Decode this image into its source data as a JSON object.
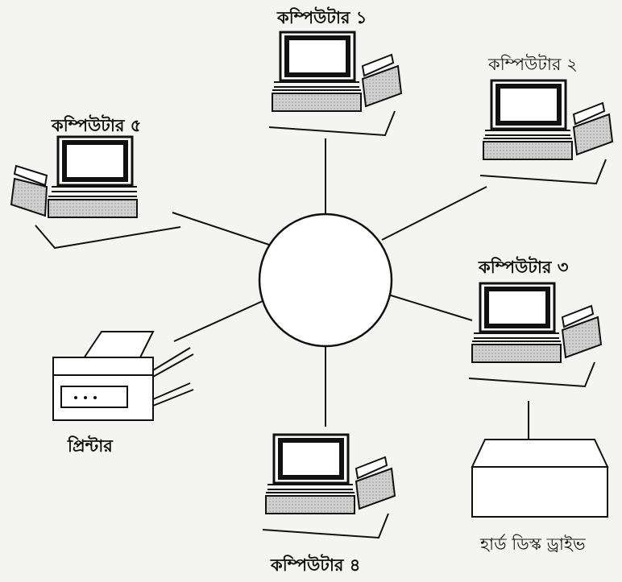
{
  "diagram": {
    "hub": {
      "label": ""
    },
    "nodes": {
      "computer1": {
        "label": "কম্পিউটার ১"
      },
      "computer2": {
        "label": "কম্পিউটার ২"
      },
      "computer3": {
        "label": "কম্পিউটার ৩"
      },
      "computer4": {
        "label": "কম্পিউটার ৪"
      },
      "computer5": {
        "label": "কম্পিউটার ৫"
      },
      "printer": {
        "label": "প্রিন্টার"
      },
      "hard_disk": {
        "label": "হার্ড ডিস্ক ড্রাইভ"
      }
    },
    "colors": {
      "ink": "#111111",
      "keyboard": "#cfcfcf",
      "paper": "#f4f4f2"
    }
  }
}
